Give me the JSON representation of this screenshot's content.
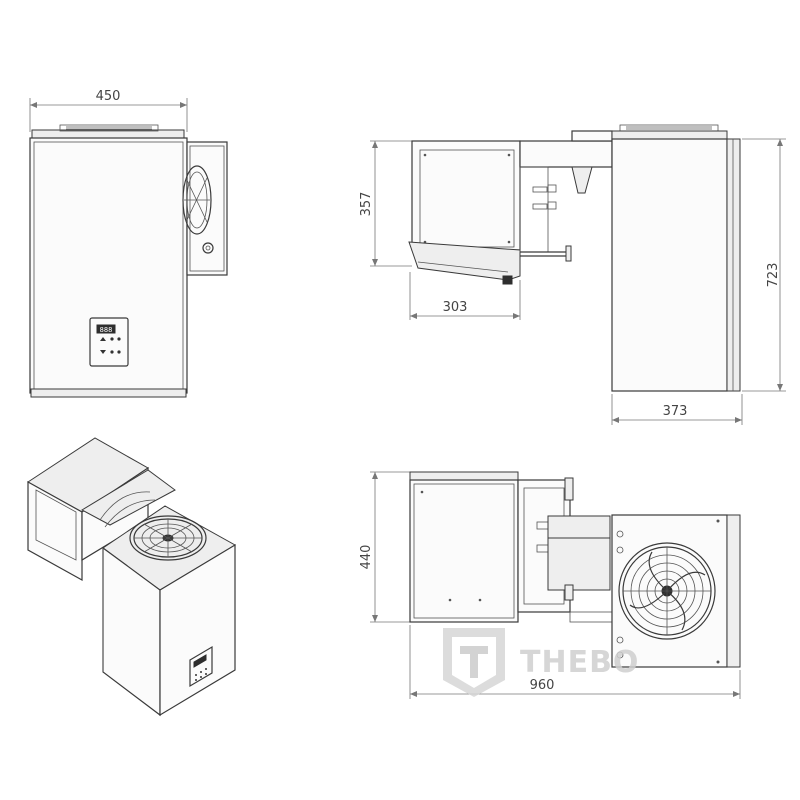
{
  "dimensions": {
    "front_width": "450",
    "side_evaporator_height": "357",
    "side_evaporator_depth": "303",
    "side_total_height": "723",
    "side_condenser_depth": "373",
    "top_evaporator_width": "440",
    "top_total_length": "960"
  },
  "controller_display": "888",
  "watermark": {
    "brand": "THEBO",
    "letter": "T"
  }
}
